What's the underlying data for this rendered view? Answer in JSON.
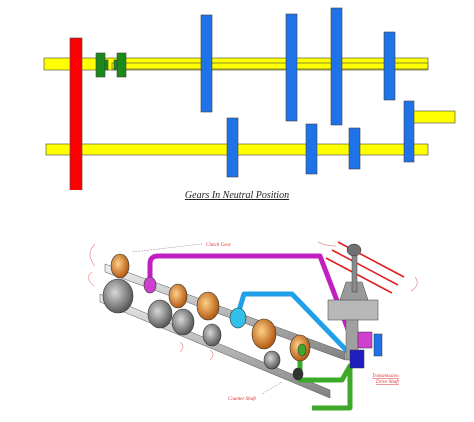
{
  "caption": "Gears In Neutral Position",
  "labels": {
    "clutch_gear": "Clutch Gear",
    "transmission_drive_shaft_line1": "Transmission",
    "transmission_drive_shaft_line2": "Drive Shaft",
    "counter_shaft": "Counter Shaft"
  },
  "colors": {
    "shaft": "#ffff00",
    "clutch_gear": "#ff0000",
    "synchro": "#1a8a1a",
    "gears": "#1e73e8",
    "background": "#ffffff"
  }
}
